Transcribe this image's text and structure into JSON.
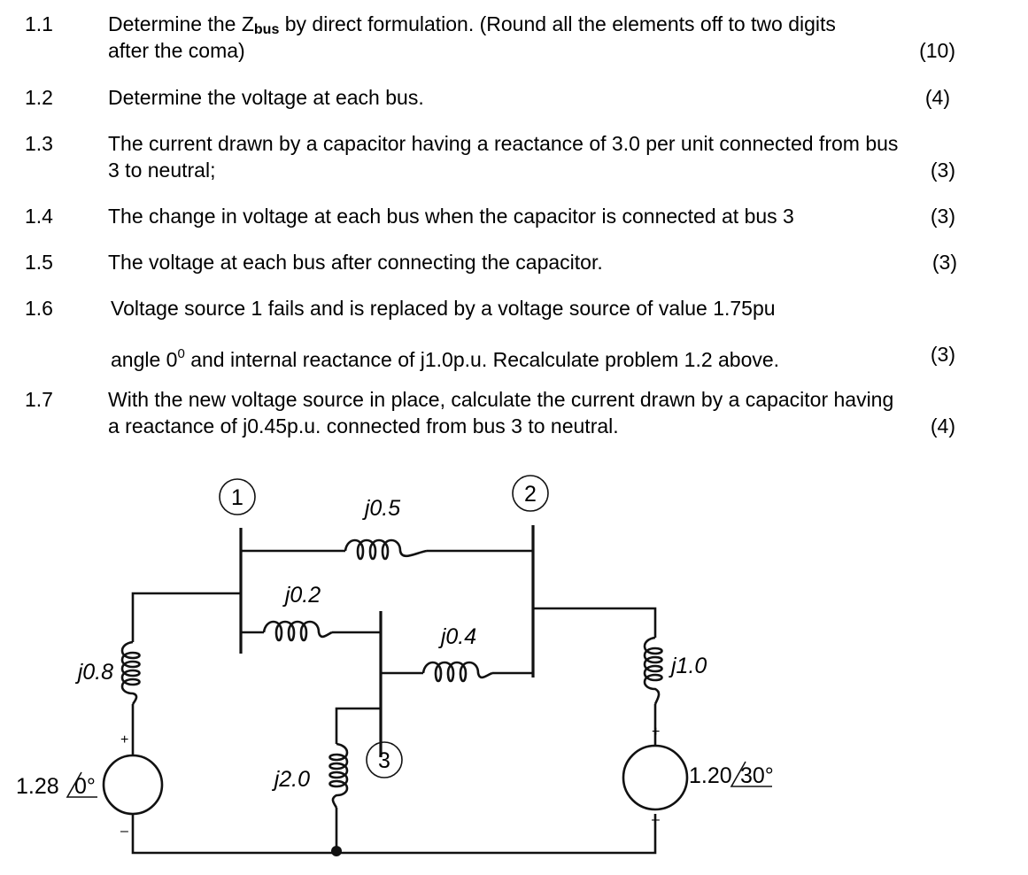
{
  "questions": [
    {
      "num": "1.1",
      "text_a": "Determine the Z",
      "sub": "bus",
      "text_b": " by direct formulation. (Round all the elements off to two digits",
      "text_c": "after the coma)",
      "marks": "(10)"
    },
    {
      "num": "1.2",
      "text": "Determine the voltage at each bus.",
      "marks": "(4)"
    },
    {
      "num": "1.3",
      "text_a": "The current drawn by a capacitor having a reactance of 3.0 per unit connected from bus",
      "text_c": "3 to neutral;",
      "marks": "(3)"
    },
    {
      "num": "1.4",
      "text": "The change in voltage at each bus when the capacitor is connected at bus 3",
      "marks": "(3)"
    },
    {
      "num": "1.5",
      "text": "The voltage at each bus after connecting the capacitor.",
      "marks": "(3)"
    },
    {
      "num": "1.6",
      "text_a": "Voltage source 1 fails and is replaced by a voltage source of value 1.75pu",
      "text_b1": "angle 0",
      "sup": "0",
      "text_b2": " and internal reactance of j1.0p.u. Recalculate problem 1.2 above.",
      "marks": "(3)"
    },
    {
      "num": "1.7",
      "text_a": "With the new voltage source in place, calculate the current drawn by a capacitor having",
      "text_c": "a reactance of j0.45p.u. connected from bus 3 to neutral.",
      "marks": "(4)"
    }
  ],
  "circuit": {
    "bus1": "1",
    "bus2": "2",
    "bus3": "3",
    "x12": "j0.5",
    "x13": "j0.2",
    "x23": "j0.4",
    "x1": "j0.8",
    "x2": "j1.0",
    "x3": "j2.0",
    "src1_mag": "1.28",
    "src1_ang": "0°",
    "src2_mag": "1.20",
    "src2_ang": "30°",
    "plus": "+",
    "minus": "–"
  }
}
